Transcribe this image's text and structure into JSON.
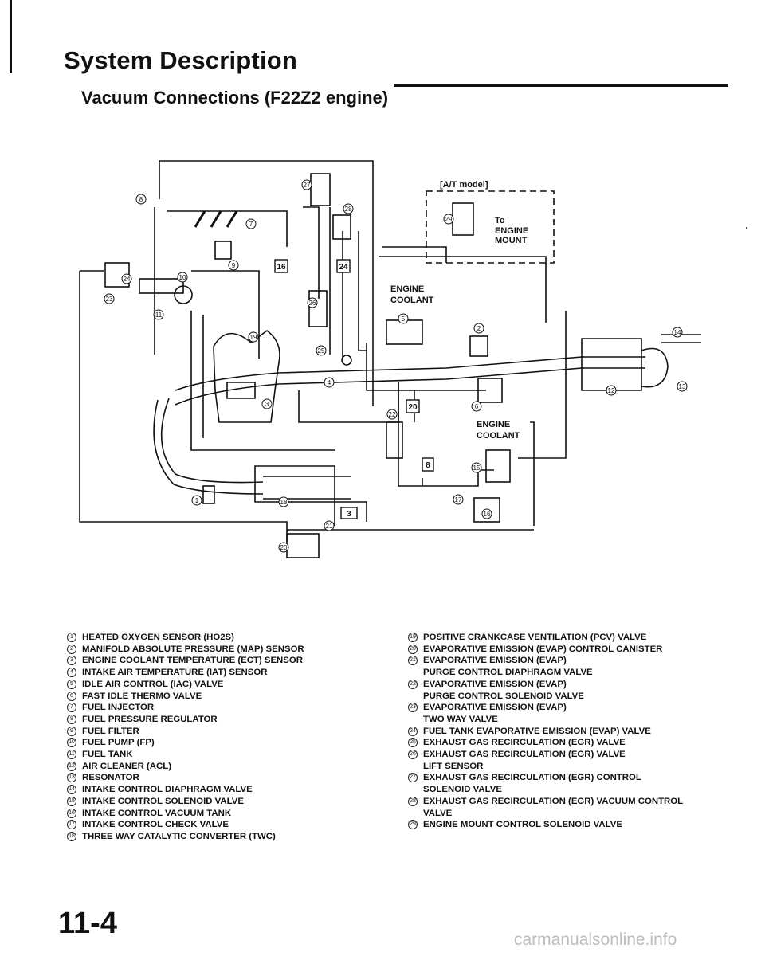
{
  "page": {
    "title": "System Description",
    "subtitle": "Vacuum Connections (F22Z2 engine)",
    "page_number": "11-4",
    "watermark": "carmanualsonline.info"
  },
  "diagram": {
    "at_model_label": "[A/T model]",
    "to_label": "To",
    "engine_label": "ENGINE",
    "mount_label": "MOUNT",
    "coolant_top_label_1": "ENGINE",
    "coolant_top_label_2": "COOLANT",
    "coolant_bottom_label_1": "ENGINE",
    "coolant_bottom_label_2": "COOLANT",
    "port_labels": [
      "16",
      "24",
      "20",
      "8",
      "3"
    ],
    "callouts": [
      "1",
      "2",
      "3",
      "4",
      "5",
      "6",
      "7",
      "8",
      "9",
      "10",
      "11",
      "12",
      "13",
      "14",
      "15",
      "16",
      "17",
      "18",
      "19",
      "20",
      "21",
      "22",
      "23",
      "24",
      "25",
      "26",
      "27",
      "28",
      "29"
    ]
  },
  "legend_left": [
    {
      "n": "1",
      "text": "HEATED OXYGEN SENSOR (HO2S)"
    },
    {
      "n": "2",
      "text": "MANIFOLD ABSOLUTE PRESSURE (MAP) SENSOR"
    },
    {
      "n": "3",
      "text": "ENGINE COOLANT TEMPERATURE (ECT) SENSOR"
    },
    {
      "n": "4",
      "text": "INTAKE AIR TEMPERATURE (IAT) SENSOR"
    },
    {
      "n": "5",
      "text": "IDLE AIR CONTROL (IAC) VALVE"
    },
    {
      "n": "6",
      "text": "FAST IDLE THERMO VALVE"
    },
    {
      "n": "7",
      "text": "FUEL INJECTOR"
    },
    {
      "n": "8",
      "text": "FUEL PRESSURE REGULATOR"
    },
    {
      "n": "9",
      "text": "FUEL FILTER"
    },
    {
      "n": "10",
      "text": "FUEL PUMP (FP)"
    },
    {
      "n": "11",
      "text": "FUEL TANK"
    },
    {
      "n": "12",
      "text": "AIR CLEANER (ACL)"
    },
    {
      "n": "13",
      "text": "RESONATOR"
    },
    {
      "n": "14",
      "text": "INTAKE CONTROL DIAPHRAGM VALVE"
    },
    {
      "n": "15",
      "text": "INTAKE CONTROL SOLENOID VALVE"
    },
    {
      "n": "16",
      "text": "INTAKE CONTROL VACUUM TANK"
    },
    {
      "n": "17",
      "text": "INTAKE CONTROL CHECK VALVE"
    },
    {
      "n": "18",
      "text": "THREE WAY CATALYTIC CONVERTER (TWC)"
    }
  ],
  "legend_right": [
    {
      "n": "19",
      "text": "POSITIVE CRANKCASE VENTILATION (PCV) VALVE"
    },
    {
      "n": "20",
      "text": "EVAPORATIVE EMISSION (EVAP) CONTROL CANISTER"
    },
    {
      "n": "21",
      "text": "EVAPORATIVE EMISSION (EVAP)"
    },
    {
      "n": "",
      "text": "PURGE CONTROL DIAPHRAGM VALVE"
    },
    {
      "n": "22",
      "text": "EVAPORATIVE EMISSION (EVAP)"
    },
    {
      "n": "",
      "text": "PURGE CONTROL SOLENOID VALVE"
    },
    {
      "n": "23",
      "text": "EVAPORATIVE EMISSION (EVAP)"
    },
    {
      "n": "",
      "text": "TWO WAY VALVE"
    },
    {
      "n": "24",
      "text": "FUEL TANK EVAPORATIVE EMISSION (EVAP) VALVE"
    },
    {
      "n": "25",
      "text": "EXHAUST GAS RECIRCULATION (EGR) VALVE"
    },
    {
      "n": "26",
      "text": "EXHAUST GAS RECIRCULATION (EGR) VALVE"
    },
    {
      "n": "",
      "text": "LIFT SENSOR"
    },
    {
      "n": "27",
      "text": "EXHAUST GAS RECIRCULATION (EGR) CONTROL"
    },
    {
      "n": "",
      "text": "SOLENOID VALVE"
    },
    {
      "n": "28",
      "text": "EXHAUST GAS RECIRCULATION (EGR) VACUUM CONTROL"
    },
    {
      "n": "",
      "text": "VALVE"
    },
    {
      "n": "29",
      "text": "ENGINE MOUNT CONTROL SOLENOID VALVE"
    }
  ]
}
